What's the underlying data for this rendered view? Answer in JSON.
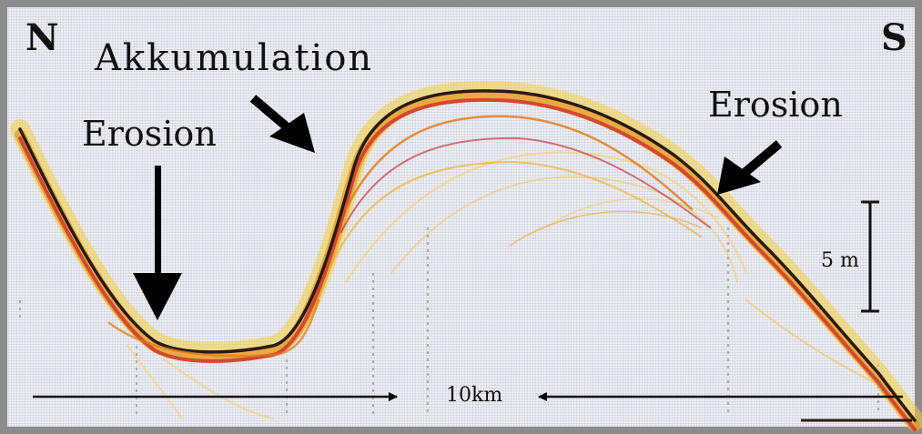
{
  "labels": {
    "north": "N",
    "south": "S",
    "accumulation": "Akkumulation",
    "erosion_left": "Erosion",
    "erosion_right": "Erosion",
    "vertical_scale": "5 m",
    "horizontal_scale": "10km"
  },
  "colors": {
    "background": "#eeeef4",
    "frame": "#8c8c8c",
    "reflector_dark": "#2a1a10",
    "reflector_red": "#c0202a",
    "reflector_orange": "#e07818",
    "reflector_yellow": "#f0c020",
    "arrows": "#000000"
  }
}
